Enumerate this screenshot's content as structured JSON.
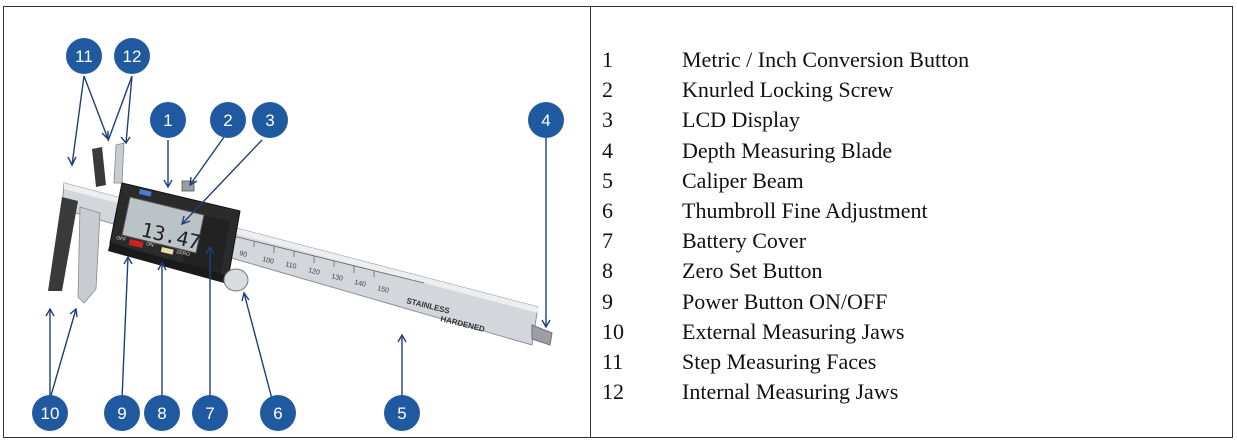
{
  "legend": [
    {
      "num": "1",
      "label": "Metric / Inch Conversion Button"
    },
    {
      "num": "2",
      "label": "Knurled Locking Screw"
    },
    {
      "num": "3",
      "label": "LCD Display"
    },
    {
      "num": "4",
      "label": "Depth Measuring Blade"
    },
    {
      "num": "5",
      "label": "Caliper Beam"
    },
    {
      "num": "6",
      "label": "Thumbroll Fine Adjustment"
    },
    {
      "num": "7",
      "label": "Battery Cover"
    },
    {
      "num": "8",
      "label": "Zero Set Button"
    },
    {
      "num": "9",
      "label": "Power Button ON/OFF"
    },
    {
      "num": "10",
      "label": "External Measuring Jaws"
    },
    {
      "num": "11",
      "label": "Step Measuring Faces"
    },
    {
      "num": "12",
      "label": "Internal Measuring Jaws"
    }
  ],
  "diagram": {
    "lcd_reading": "13.47",
    "beam_text_1": "STAINLESS",
    "beam_text_2": "HARDENED",
    "button_labels": {
      "off": "OFF",
      "on": "ON",
      "zero": "ZERO"
    },
    "scale_numbers": [
      "90",
      "100",
      "110",
      "120",
      "130",
      "140",
      "150"
    ],
    "colors": {
      "badge": "#1f5aa0",
      "body": "#2b2b2b",
      "beam": "#d3d6da",
      "lcd": "#bcc3c7"
    }
  }
}
